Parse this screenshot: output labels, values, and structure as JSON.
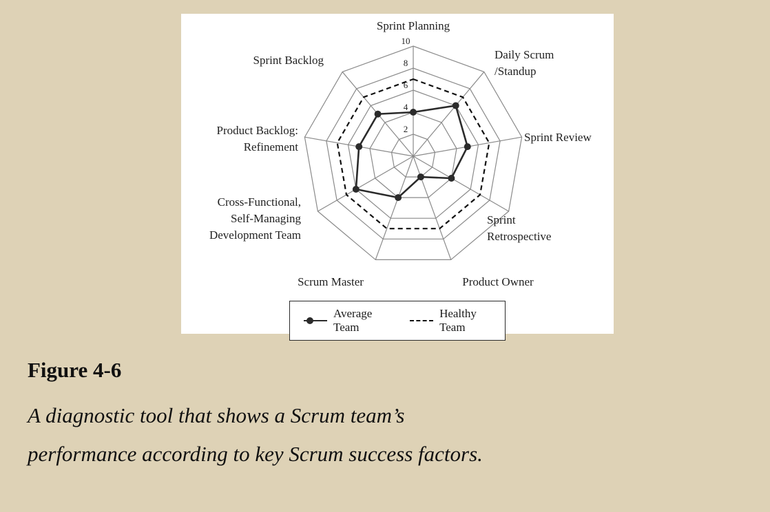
{
  "page": {
    "background_color": "#ded2b6",
    "panel_color": "#ffffff"
  },
  "figure": {
    "label": "Figure 4-6",
    "caption_line1": "A diagnostic tool that shows a Scrum team’s",
    "caption_line2": "performance according to key Scrum success factors."
  },
  "chart_data": {
    "type": "radar",
    "title": "",
    "categories": [
      "Sprint Planning",
      "Daily Scrum /Standup",
      "Sprint Review",
      "Sprint Retrospective",
      "Product Owner",
      "Scrum Master",
      "Cross-Functional, Self-Managing Development Team",
      "Product Backlog: Refinement",
      "Sprint Backlog"
    ],
    "category_label_lines": [
      [
        "Sprint Planning"
      ],
      [
        "Daily Scrum",
        "/Standup"
      ],
      [
        "Sprint Review"
      ],
      [
        "Sprint",
        "Retrospective"
      ],
      [
        "Product Owner"
      ],
      [
        "Scrum Master"
      ],
      [
        "Cross-Functional,",
        "Self-Managing",
        "Development Team"
      ],
      [
        "Product Backlog:",
        "Refinement"
      ],
      [
        "Sprint Backlog"
      ]
    ],
    "series": [
      {
        "name": "Average Team",
        "style": "solid_with_markers",
        "values": [
          4,
          6,
          5,
          4,
          2,
          4,
          6,
          5,
          5
        ]
      },
      {
        "name": "Healthy Team",
        "style": "dashed",
        "values": [
          7,
          7,
          7,
          7,
          7,
          7,
          7,
          7,
          7
        ]
      }
    ],
    "scale": {
      "min": 0,
      "max": 10,
      "ticks": [
        2,
        4,
        6,
        8,
        10
      ]
    },
    "grid": true,
    "legend_position": "bottom",
    "colors": {
      "grid": "#8a8a8a",
      "average_team": "#2b2b2b",
      "healthy_team": "#111111",
      "tick_text": "#222222"
    }
  }
}
